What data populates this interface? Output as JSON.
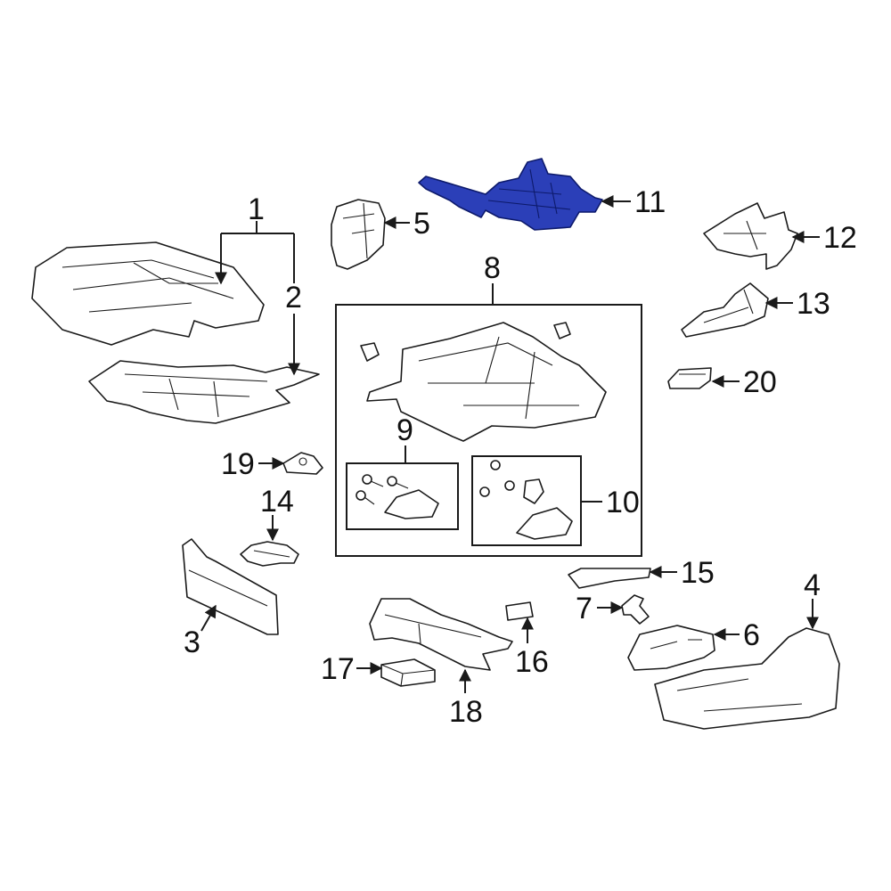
{
  "diagram": {
    "highlight_color": "#2b3fb8",
    "callouts": [
      "1",
      "2",
      "3",
      "4",
      "5",
      "6",
      "7",
      "8",
      "9",
      "10",
      "11",
      "12",
      "13",
      "14",
      "15",
      "16",
      "17",
      "18",
      "19",
      "20"
    ],
    "highlighted_part": "11"
  }
}
